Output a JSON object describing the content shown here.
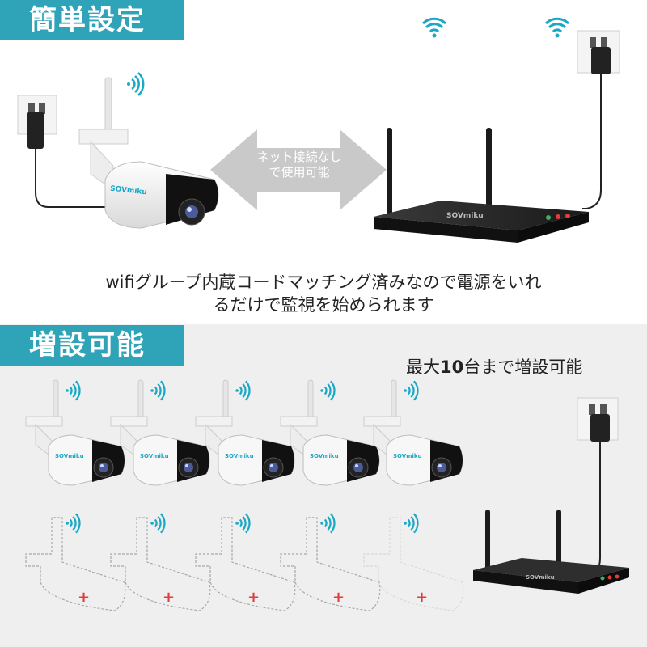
{
  "top": {
    "tag": "簡単設定",
    "arrow_text_line1": "ネット接続なし",
    "arrow_text_line2": "で使用可能",
    "description_line1": "wifiグループ内蔵コードマッチング済みなので電源をいれ",
    "description_line2": "るだけで監視を始められます",
    "camera_brand": "SOVmiku",
    "nvr_brand": "SOVmiku"
  },
  "bottom": {
    "tag": "増設可能",
    "label_pre": "最大",
    "label_num": "10",
    "label_post": "台まで増設可能",
    "camera_brand": "SOVmiku",
    "nvr_brand": "SOVmiku",
    "placeholder_mark": "+"
  },
  "colors": {
    "accent": "#2fa3b8",
    "wifi": "#1aa8c6",
    "plus": "#e23c3c",
    "nvr_body": "#1d1d1d"
  }
}
